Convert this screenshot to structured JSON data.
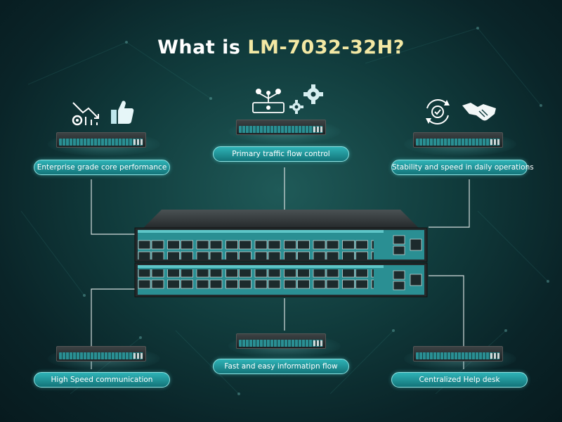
{
  "title": {
    "prefix": "What is ",
    "model": "LM-7032-32H?"
  },
  "features": {
    "top_left": "Enterprise grade core performance",
    "top_center": "Primary traffic flow control",
    "top_right": "Stability and speed in daily operations",
    "bottom_left": "High Speed communication",
    "bottom_center": "Fast and easy informatipn flow",
    "bottom_right": "Centralized Help desk"
  },
  "icons": {
    "top_left": [
      "chart-gear-icon",
      "thumbs-up-icon"
    ],
    "top_center": [
      "network-nodes-icon",
      "gear-icon"
    ],
    "top_right": [
      "refresh-check-icon",
      "handshake-icon"
    ]
  },
  "colors": {
    "accent_title": "#f3e8a4",
    "pill": "#1f9ca1",
    "switch_face": "#2a8f93"
  }
}
